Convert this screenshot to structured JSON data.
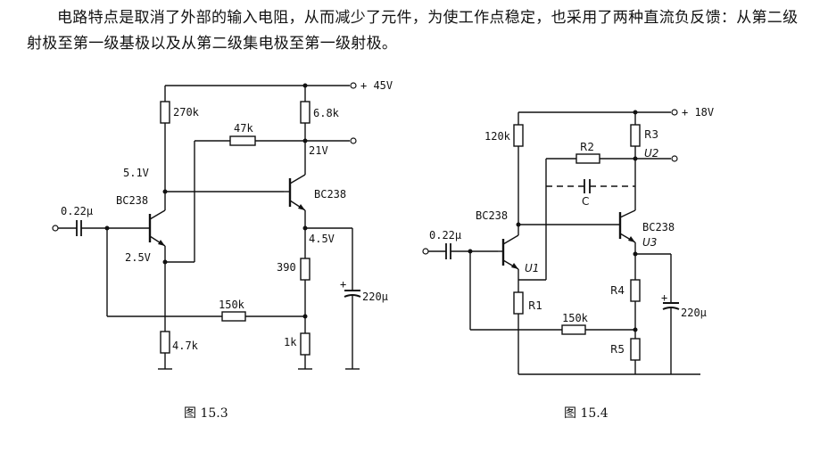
{
  "paragraph": "电路特点是取消了外部的输入电阻，从而减少了元件，为使工作点稳定，也采用了两种直流负反馈：从第二级射极至第一级基极以及从第二级集电极至第一级射极。",
  "fig1": {
    "caption": "图 15.3",
    "supply": "+ 45V",
    "r_top1": "270k",
    "r_top2": "6.8k",
    "r_fb": "47k",
    "out_v": "21V",
    "v_b1": "5.1V",
    "q1": "BC238",
    "q2": "BC238",
    "cin": "0.22μ",
    "v_e1": "2.5V",
    "v_e2": "4.5V",
    "r_e2": "390",
    "r_dc": "150k",
    "r_e1": "4.7k",
    "r_bot": "1k",
    "ce": "220μ"
  },
  "fig2": {
    "caption": "图 15.4",
    "supply": "+ 18V",
    "r_top1": "120k",
    "r3": "R3",
    "r2": "R2",
    "u2": "U2",
    "c": "C",
    "q1": "BC238",
    "q2": "BC238",
    "u3": "U3",
    "cin": "0.22μ",
    "u1": "U1",
    "r1": "R1",
    "r4": "R4",
    "ce": "220μ",
    "r_dc": "150k",
    "r5": "R5"
  }
}
